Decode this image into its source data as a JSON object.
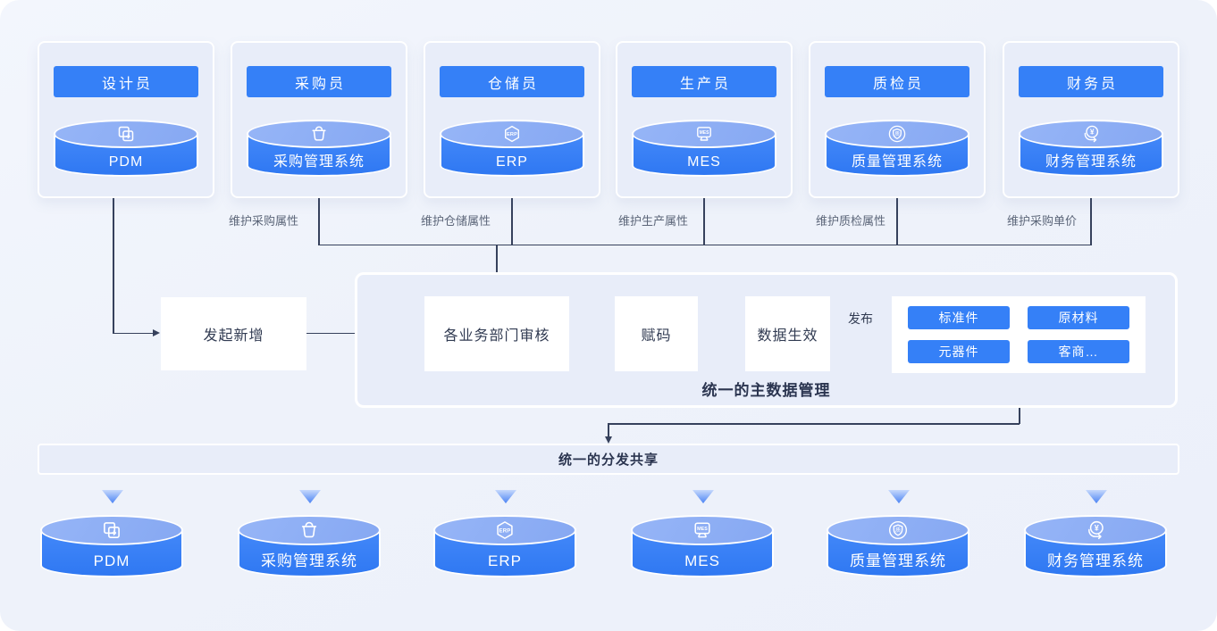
{
  "colors": {
    "accent": "#3580f7",
    "cylinder_top": "#8fb0f5",
    "line": "#36415c",
    "panel": "#e8edf9"
  },
  "top_cards": [
    {
      "role": "设计员",
      "system": "PDM",
      "icon": "copy-icon"
    },
    {
      "role": "采购员",
      "system": "采购管理系统",
      "icon": "basket-icon"
    },
    {
      "role": "仓储员",
      "system": "ERP",
      "icon": "erp-badge-icon"
    },
    {
      "role": "生产员",
      "system": "MES",
      "icon": "mes-monitor-icon"
    },
    {
      "role": "质检员",
      "system": "质量管理系统",
      "icon": "quality-shield-icon"
    },
    {
      "role": "财务员",
      "system": "财务管理系统",
      "icon": "finance-yuan-icon"
    }
  ],
  "maintain_labels": [
    "维护采购属性",
    "维护仓储属性",
    "维护生产属性",
    "维护质检属性",
    "维护采购单价"
  ],
  "flow": {
    "steps": [
      "发起新增",
      "各业务部门审核",
      "赋码",
      "数据生效"
    ],
    "publish_label": "发布",
    "chips": [
      "标准件",
      "原材料",
      "元器件",
      "客商…"
    ],
    "container_title": "统一的主数据管理"
  },
  "share_bar": {
    "title": "统一的分发共享"
  },
  "bottom_systems": [
    {
      "name": "PDM",
      "icon": "copy-icon"
    },
    {
      "name": "采购管理系统",
      "icon": "basket-icon"
    },
    {
      "name": "ERP",
      "icon": "erp-badge-icon"
    },
    {
      "name": "MES",
      "icon": "mes-monitor-icon"
    },
    {
      "name": "质量管理系统",
      "icon": "quality-shield-icon"
    },
    {
      "name": "财务管理系统",
      "icon": "finance-yuan-icon"
    }
  ]
}
